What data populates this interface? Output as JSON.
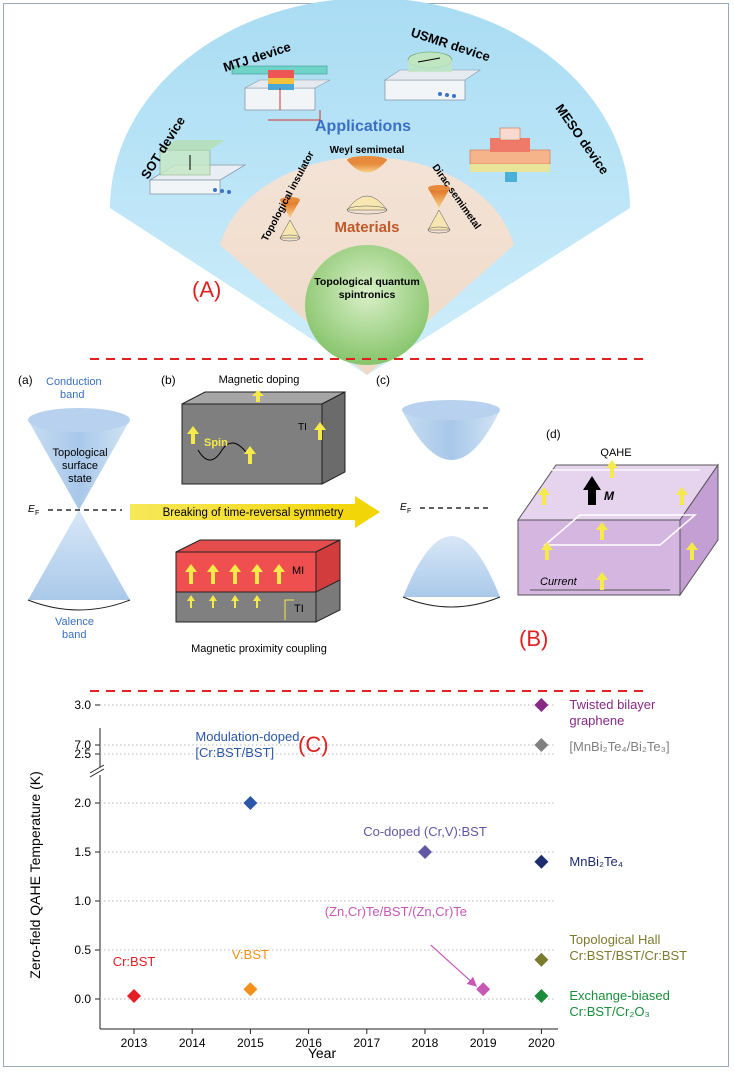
{
  "panelA": {
    "label": "(A)",
    "applications_title": "Applications",
    "materials_title": "Materials",
    "center_line1": "Topological quantum",
    "center_line2": "spintronics",
    "devices": [
      "SOT device",
      "MTJ device",
      "USMR device",
      "MESO device"
    ],
    "materials": [
      "Topological insulator",
      "Weyl semimetal",
      "Dirac semimetal"
    ]
  },
  "panelB": {
    "label": "(B)",
    "sub_a": "(a)",
    "sub_b": "(b)",
    "sub_c": "(c)",
    "sub_d": "(d)",
    "conduction_line1": "Conduction",
    "conduction_line2": "band",
    "valence_line1": "Valence",
    "valence_line2": "band",
    "surface_line1": "Topological",
    "surface_line2": "surface",
    "surface_line3": "state",
    "ef": "E",
    "ef_sub": "F",
    "magnetic_doping": "Magnetic doping",
    "spin": "Spin",
    "ti": "TI",
    "mi": "MI",
    "arrow_text": "Breaking of time-reversal symmetry",
    "proximity": "Magnetic proximity coupling",
    "qahe": "QAHE",
    "m": "M",
    "current": "Current"
  },
  "panelC": {
    "label": "(C)"
  },
  "chart_data": {
    "type": "scatter",
    "xlabel": "Year",
    "ylabel": "Zero-field QAHE Temperature (K)",
    "x_ticks": [
      "2013",
      "2014",
      "2015",
      "2016",
      "2017",
      "2018",
      "2019",
      "2020"
    ],
    "y_ticks": [
      "0.0",
      "0.5",
      "1.0",
      "1.5",
      "2.0",
      "2.5",
      "3.0",
      "7.0"
    ],
    "broken_axis": true,
    "grid": "horizontal dotted",
    "points": [
      {
        "x": 2013,
        "y": 0.03,
        "color": "#e31e24",
        "label": "Cr:BST"
      },
      {
        "x": 2015,
        "y": 0.1,
        "color": "#f39019",
        "label": "V:BST"
      },
      {
        "x": 2015,
        "y": 2.0,
        "color": "#2b57a8",
        "label": "Modulation-doped\n[Cr:BST/BST]"
      },
      {
        "x": 2018,
        "y": 1.5,
        "color": "#6157a5",
        "label": "Co-doped (Cr,V):BST"
      },
      {
        "x": 2019,
        "y": 0.1,
        "color": "#c858b6",
        "label": "(Zn,Cr)Te/BST/(Zn,Cr)Te"
      },
      {
        "x": 2020,
        "y": 7.0,
        "color": "#808080",
        "label": "[MnBi2Te4/Bi2Te3]"
      },
      {
        "x": 2020,
        "y": 3.0,
        "color": "#862a86",
        "label": "Twisted bilayer\ngraphene"
      },
      {
        "x": 2020,
        "y": 1.4,
        "color": "#1d2c6e",
        "label": "MnBi2Te4"
      },
      {
        "x": 2020,
        "y": 0.4,
        "color": "#7b7a2e",
        "label": "Topological Hall\nCr:BST/BST/Cr:BST"
      },
      {
        "x": 2020,
        "y": 0.03,
        "color": "#1a8c3c",
        "label": "Exchange-biased\nCr:BST/Cr2O3"
      }
    ]
  }
}
